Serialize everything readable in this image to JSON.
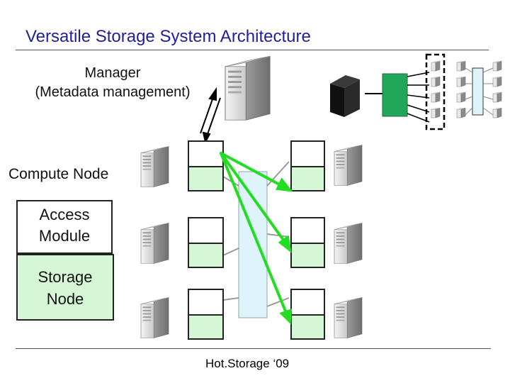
{
  "title": "Versatile Storage System Architecture",
  "manager_label_line1": "Manager",
  "manager_label_line2": "(Metadata management)",
  "compute_node_label": "Compute Node",
  "legend_access_line1": "Access",
  "legend_access_line2": "Module",
  "legend_storage_line1": "Storage",
  "legend_storage_line2": "Node",
  "footer": "Hot.Storage ‘09",
  "colors": {
    "title": "#1f1f9c",
    "storage_fill": "#d6f7d6",
    "switch_fill": "#dff3fb",
    "arrow_green": "#22dd22",
    "module_green": "#22a65a"
  }
}
